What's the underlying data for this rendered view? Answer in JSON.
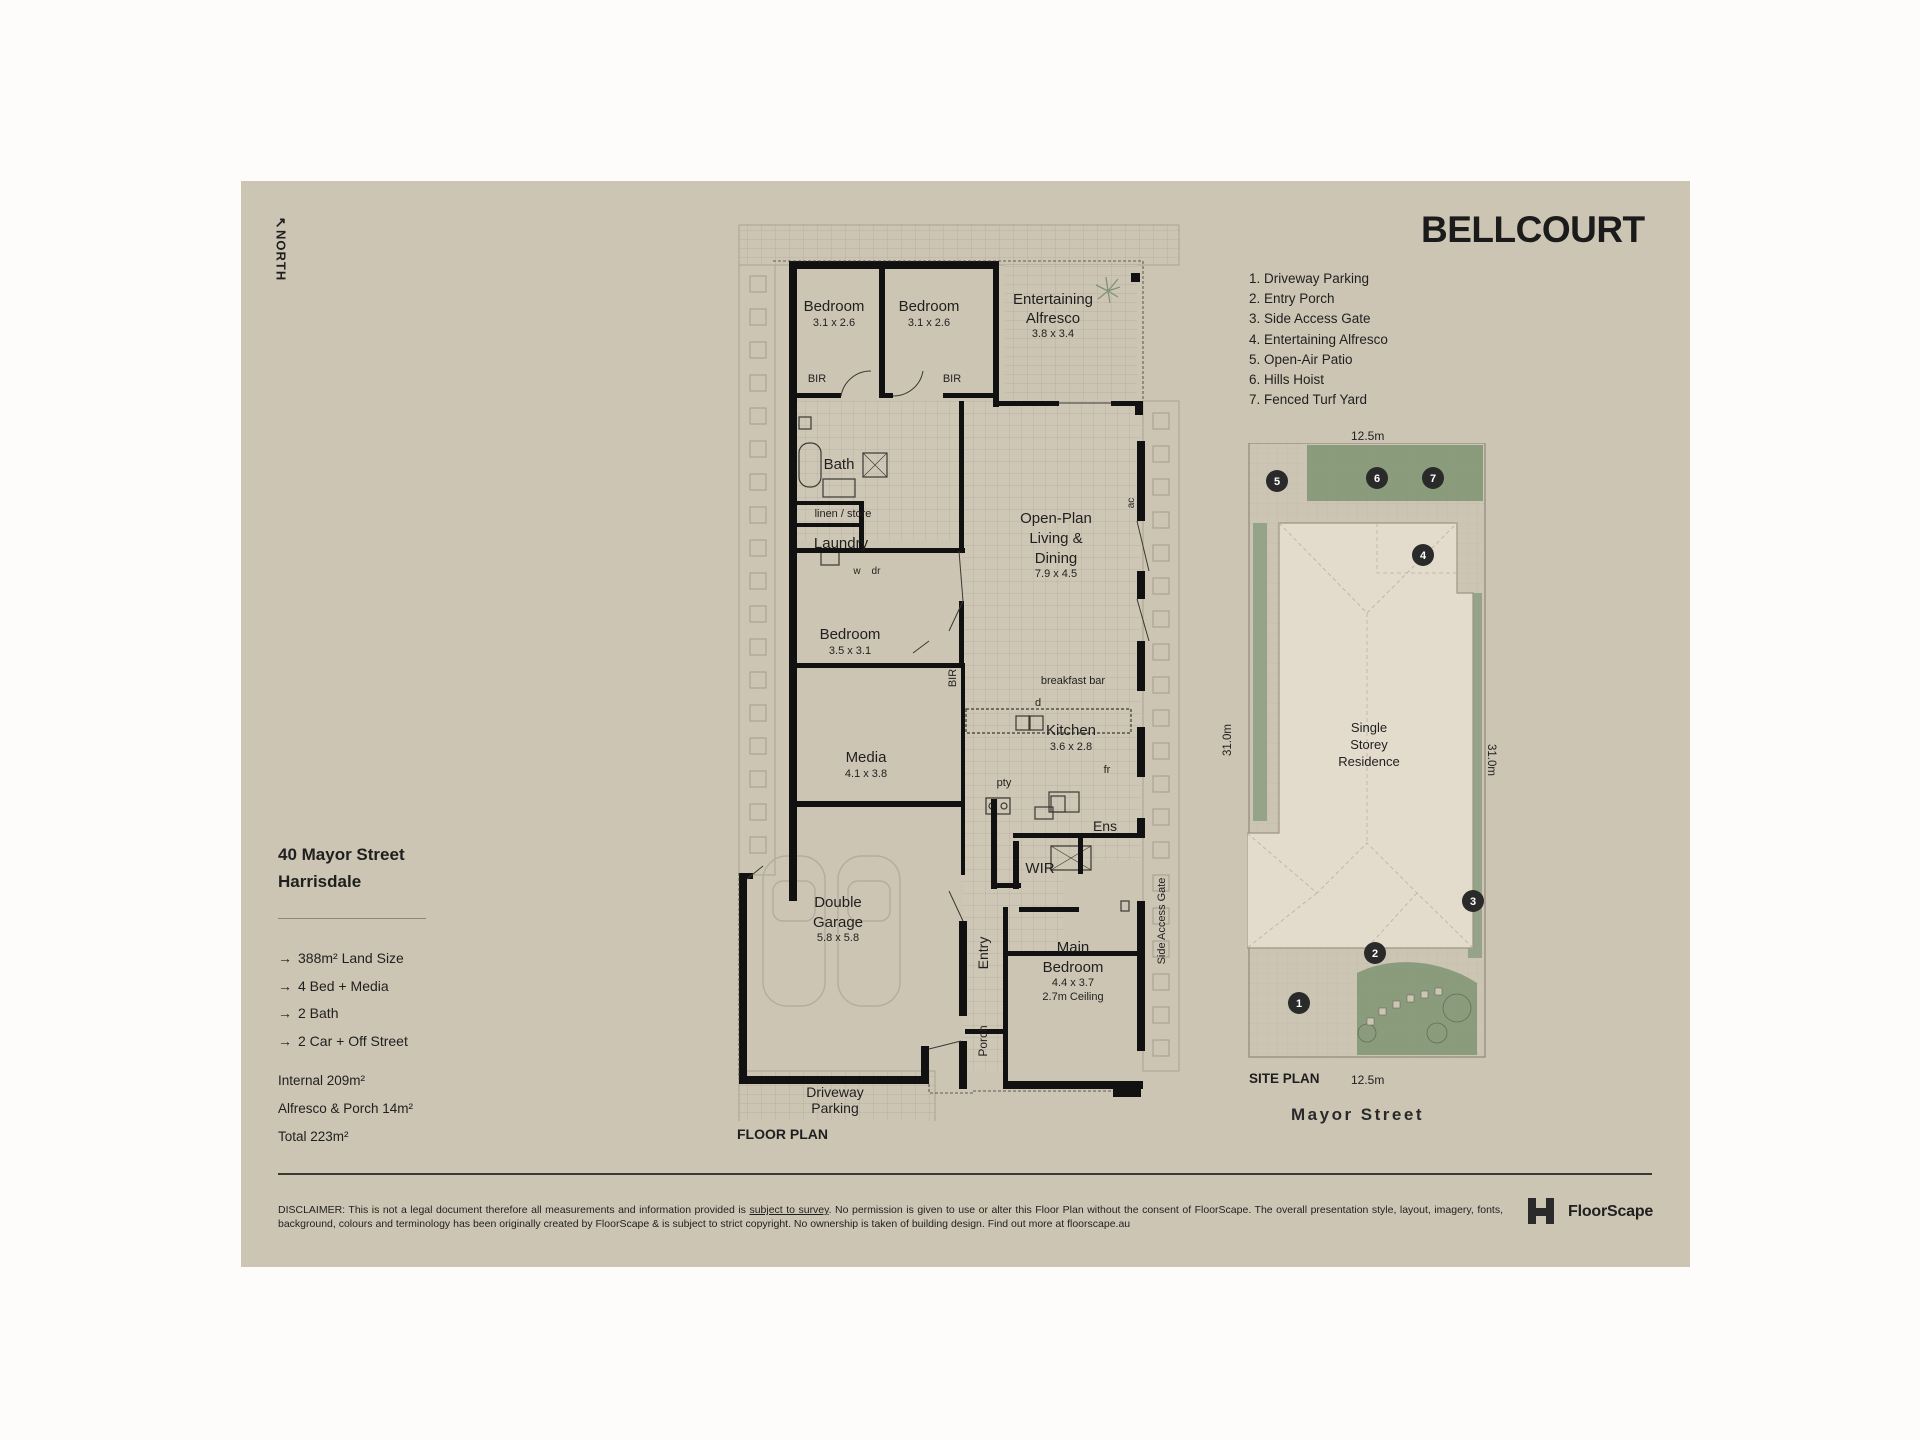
{
  "north_label": "NORTH",
  "brand": "BELLCOURT",
  "address": {
    "line1": "40 Mayor Street",
    "line2": "Harrisdale"
  },
  "features": [
    {
      "text": "388m² Land Size"
    },
    {
      "text": "4 Bed + Media"
    },
    {
      "text": "2 Bath"
    },
    {
      "text": "2 Car + Off Street"
    }
  ],
  "areas": {
    "internal": "Internal 209m²",
    "alfresco": "Alfresco & Porch 14m²",
    "total": "Total 223m²"
  },
  "floor_plan": {
    "label": "FLOOR PLAN",
    "rooms": {
      "bed2": {
        "name": "Bedroom",
        "dim": "3.1 x 2.6"
      },
      "bed3": {
        "name": "Bedroom",
        "dim": "3.1 x 2.6"
      },
      "alfresco": {
        "name1": "Entertaining",
        "name2": "Alfresco",
        "dim": "3.8 x 3.4"
      },
      "bir1": "BIR",
      "bir2": "BIR",
      "bir3": "BIR",
      "bath": "Bath",
      "linen": "linen / store",
      "laundry": "Laundry",
      "w": "w",
      "dr": "dr",
      "living": {
        "name1": "Open-Plan",
        "name2": "Living &",
        "name3": "Dining",
        "dim": "7.9 x 4.5"
      },
      "ac": "ac",
      "bed4": {
        "name": "Bedroom",
        "dim": "3.5 x 3.1"
      },
      "breakfast": "breakfast bar",
      "d": "d",
      "kitchen": {
        "name": "Kitchen",
        "dim": "3.6 x 2.8"
      },
      "media": {
        "name": "Media",
        "dim": "4.1 x 3.8"
      },
      "pty": "pty",
      "fr": "fr",
      "ens": "Ens",
      "wir": "WIR",
      "garage": {
        "name1": "Double",
        "name2": "Garage",
        "dim": "5.8 x 5.8"
      },
      "entry": "Entry",
      "main": {
        "name1": "Main",
        "name2": "Bedroom",
        "dim": "4.4 x 3.7",
        "ceiling": "2.7m Ceiling"
      },
      "side_gate": "Side Access Gate",
      "porch": "Porch",
      "driveway": {
        "name1": "Driveway",
        "name2": "Parking"
      }
    }
  },
  "legend": [
    "1. Driveway Parking",
    "2. Entry Porch",
    "3. Side Access Gate",
    "4. Entertaining Alfresco",
    "5. Open-Air Patio",
    "6. Hills Hoist",
    "7. Fenced Turf Yard"
  ],
  "site_plan": {
    "label": "SITE PLAN",
    "width_top": "12.5m",
    "width_bottom": "12.5m",
    "depth_left": "31.0m",
    "depth_right": "31.0m",
    "residence": {
      "line1": "Single",
      "line2": "Storey",
      "line3": "Residence"
    },
    "markers": [
      "1",
      "2",
      "3",
      "4",
      "5",
      "6",
      "7"
    ],
    "street": "Mayor Street"
  },
  "disclaimer": {
    "prefix": "DISCLAIMER: This is not a legal document therefore all measurements and information provided is ",
    "link": "subject to survey",
    "suffix": ". No permission is given to use or alter this Floor Plan without the consent of FloorScape. The overall presentation style, layout, imagery, fonts, background, colours and terminology has been originally created by FloorScape & is subject to strict copyright. No ownership is taken of building design. Find out more at floorscape.au"
  },
  "footer_brand": "FloorScape",
  "colors": {
    "background": "#cdc5b4",
    "wall": "#111111",
    "garden": "#7f9473",
    "site_house": "#e3dccd"
  }
}
